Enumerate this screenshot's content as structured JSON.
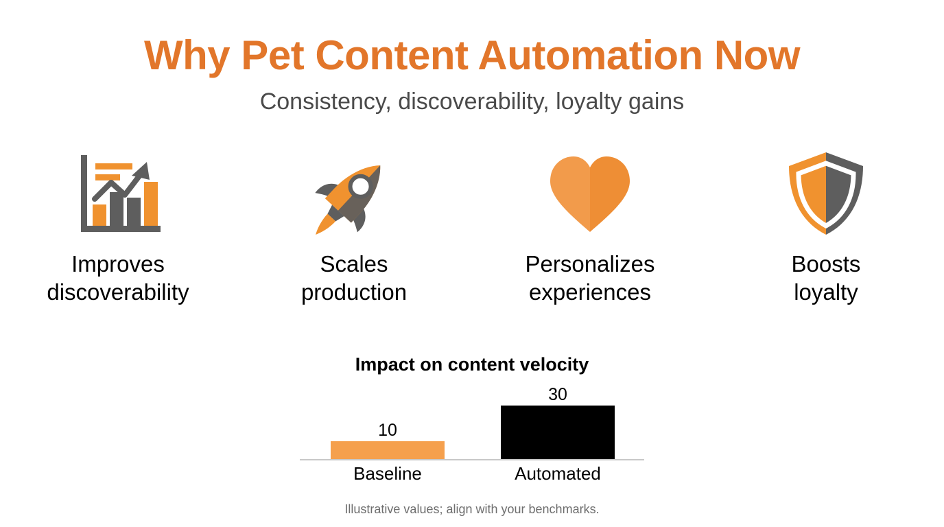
{
  "slide": {
    "title": "Why Pet Content Automation Now",
    "subtitle": "Consistency, discoverability, loyalty gains",
    "title_color": "#E2762A",
    "subtitle_color": "#4A4A4A",
    "background_color": "#FFFFFF"
  },
  "features": [
    {
      "icon": "bar-chart-growth-icon",
      "label": "Improves\ndiscoverability"
    },
    {
      "icon": "rocket-icon",
      "label": "Scales\nproduction"
    },
    {
      "icon": "heart-icon",
      "label": "Personalizes\nexperiences"
    },
    {
      "icon": "shield-icon",
      "label": "Boosts\nloyalty"
    }
  ],
  "chart_data": {
    "type": "bar",
    "title": "Impact on content velocity",
    "categories": [
      "Baseline",
      "Automated"
    ],
    "values": [
      10,
      30
    ],
    "value_labels": [
      "10",
      "30"
    ],
    "colors": [
      "#F5A04D",
      "#000000"
    ],
    "xlabel": "",
    "ylabel": "",
    "ylim": [
      0,
      30
    ],
    "grid": false,
    "legend": "none",
    "footnote": "Illustrative values; align with your benchmarks.",
    "axis_color": "#C8C8C8"
  },
  "palette": {
    "orange_dark": "#E2762A",
    "orange": "#F5A04D",
    "orange_icon": "#F0922F",
    "gray_icon": "#5E5E5E",
    "black": "#000000",
    "gray_text": "#6E6E6E"
  }
}
